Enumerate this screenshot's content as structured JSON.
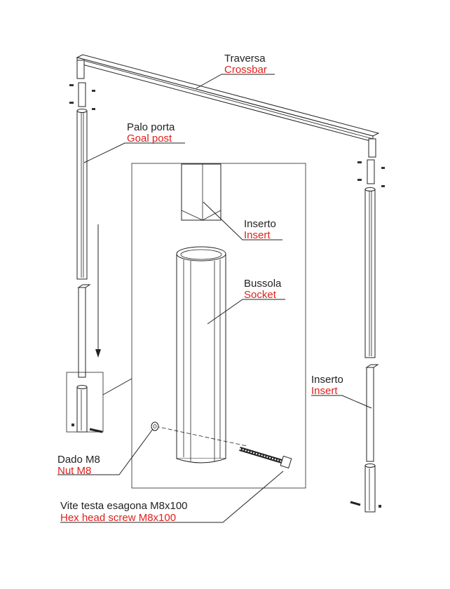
{
  "labels": {
    "crossbar": {
      "it": "Traversa",
      "en": "Crossbar"
    },
    "goal_post": {
      "it": "Palo porta",
      "en": "Goal post"
    },
    "insert_detail": {
      "it": "Inserto",
      "en": "Insert"
    },
    "socket": {
      "it": "Bussola",
      "en": "Socket"
    },
    "insert_right": {
      "it": "Inserto",
      "en": "Insert"
    },
    "nut": {
      "it": "Dado M8",
      "en": "Nut M8"
    },
    "screw": {
      "it": "Vite testa esagona M8x100",
      "en": "Hex head screw M8x100"
    }
  },
  "colors": {
    "italian_text": "#222222",
    "english_text": "#e0201b",
    "line": "#222222"
  }
}
